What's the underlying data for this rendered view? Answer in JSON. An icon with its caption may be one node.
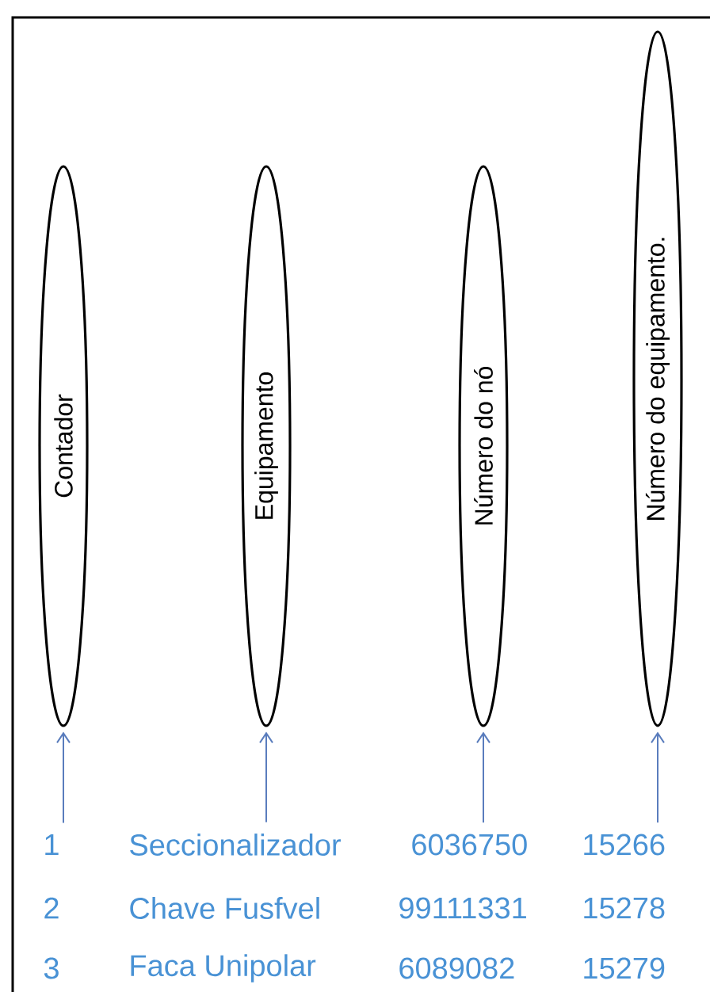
{
  "diagram": {
    "nodes": [
      {
        "text": [
          "Contador"
        ]
      },
      {
        "text": [
          "Equipamento"
        ]
      },
      {
        "text": [
          "Número do nó"
        ]
      },
      {
        "text": [
          "Número do equipamento."
        ]
      },
      {
        "text": [
          "1"
        ]
      },
      {
        "text": [
          "Seccionalizador"
        ]
      },
      {
        "text": [
          "6036750"
        ]
      },
      {
        "text": [
          "15266"
        ]
      }
    ],
    "edges": [
      {
        "from": 4,
        "to": 0,
        "arrow": "to"
      },
      {
        "from": 5,
        "to": 1,
        "arrow": "to"
      },
      {
        "from": 6,
        "to": 2,
        "arrow": "to"
      },
      {
        "from": 7,
        "to": 3,
        "arrow": "to"
      }
    ],
    "labels": [
      "2",
      "Chave Fusfvel",
      "99111331",
      "15278",
      "3",
      "Faca Unipolar",
      "6089082",
      "15279"
    ]
  }
}
